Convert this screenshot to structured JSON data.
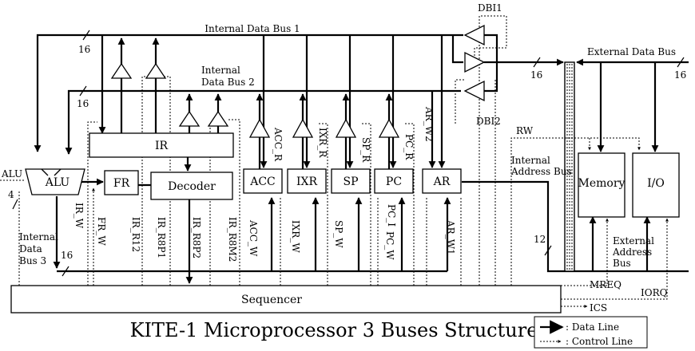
{
  "title": "KITE-1 Microprocessor 3 Buses Structure",
  "blocks": {
    "ir": "IR",
    "fr": "FR",
    "alu": "ALU",
    "decoder": "Decoder",
    "acc": "ACC",
    "ixr": "IXR",
    "sp": "SP",
    "pc": "PC",
    "ar": "AR",
    "memory": "Memory",
    "io": "I/O",
    "sequencer": "Sequencer"
  },
  "buses": {
    "internal_1": "Internal Data Bus 1",
    "internal_2_line1": "Internal",
    "internal_2_line2": "Data Bus 2",
    "internal_3_line1": "Internal",
    "internal_3_line2": "Data",
    "internal_3_line3": "Bus 3",
    "external_data": "External Data Bus",
    "internal_addr_line1": "Internal",
    "internal_addr_line2": "Address Bus",
    "external_addr_line1": "External",
    "external_addr_line2": "Address",
    "external_addr_line3": "Bus"
  },
  "widths": {
    "bus1": "16",
    "bus2": "16",
    "bus3": "16",
    "ext_data_left": "16",
    "ext_data_right": "16",
    "addr": "12",
    "alu_ctrl": "4"
  },
  "signals": {
    "alu": "ALU",
    "dbi1": "DBI1",
    "dbi2": "DBI2",
    "rw": "RW",
    "mreq": "MREQ",
    "iorq": "IORQ",
    "ics": "ICS",
    "ir_w": "IR_W",
    "fr_w": "FR_W",
    "ir_r12": "IR_R12",
    "ir_r8p1": "IR_R8P1",
    "ir_r8p2": "IR_R8P2",
    "ir_r8m2": "IR_R8M2",
    "acc_w": "ACC_W",
    "acc_r": "ACC_R",
    "ixr_w": "IXR_W",
    "ixr_r": "IXR_R",
    "sp_w": "SP_W",
    "sp_r": "SP_R",
    "pc_i": "PC_I",
    "pc_w": "PC_W",
    "pc_r": "PC_R",
    "ar_w1": "AR_W1",
    "ar_w2": "AR_W2"
  },
  "legend": {
    "data_line": ": Data Line",
    "control_line": ": Control Line"
  }
}
